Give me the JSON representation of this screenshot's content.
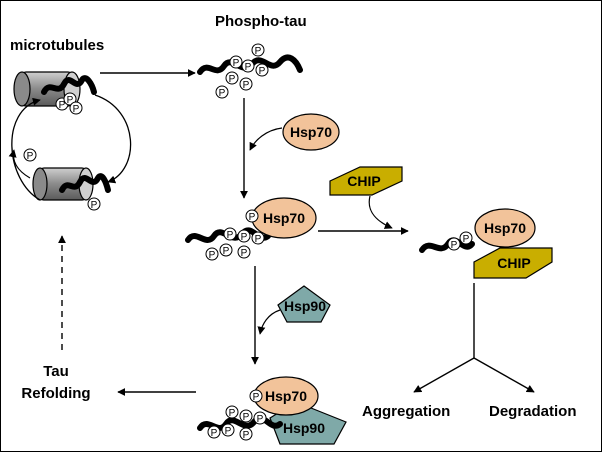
{
  "labels": {
    "microtubules": "microtubules",
    "phospho_tau": "Phospho-tau",
    "tau_refolding_line1": "Tau",
    "tau_refolding_line2": "Refolding",
    "aggregation": "Aggregation",
    "degradation": "Degradation"
  },
  "proteins": {
    "hsp70": "Hsp70",
    "hsp90": "Hsp90",
    "chip": "CHIP"
  },
  "phospho_mark": "P",
  "colors": {
    "hsp70_fill": "#F2C39A",
    "hsp90_fill": "#7FA9A8",
    "chip_fill": "#C9AE00",
    "tubule_gray": "#8A8A8A",
    "line": "#000000"
  }
}
